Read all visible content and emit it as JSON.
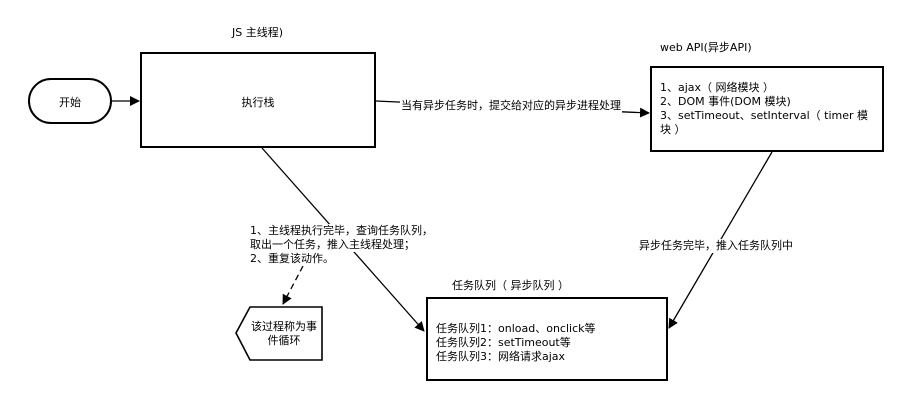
{
  "labels": {
    "main_thread_title": "JS 主线程)",
    "web_api_title": "web API(异步API)",
    "queue_title": "任务队列（ 异步队列 ）",
    "start": "开始",
    "exec_stack": "执行栈",
    "edge_to_webapi": "当有异步任务时，提交给对应的异步进程处理",
    "edge_webapi_to_queue": "异步任务完毕，推入任务队列中",
    "event_loop_note": [
      "1、主线程执行完毕，查询任务队列，",
      "取出一个任务，推入主线程处理；",
      "2、重复该动作。"
    ],
    "event_loop_hex": [
      "该过程称为事",
      "件循环"
    ]
  },
  "web_api_items": [
    "1、ajax（ 网络模块 ）",
    "2、DOM 事件(DOM 模块)",
    "3、setTimeout、setInterval（ timer 模",
    "块 ）"
  ],
  "queue_items": [
    "任务队列1：onload、onclick等",
    "任务队列2：setTimeout等",
    "任务队列3：网络请求ajax"
  ]
}
